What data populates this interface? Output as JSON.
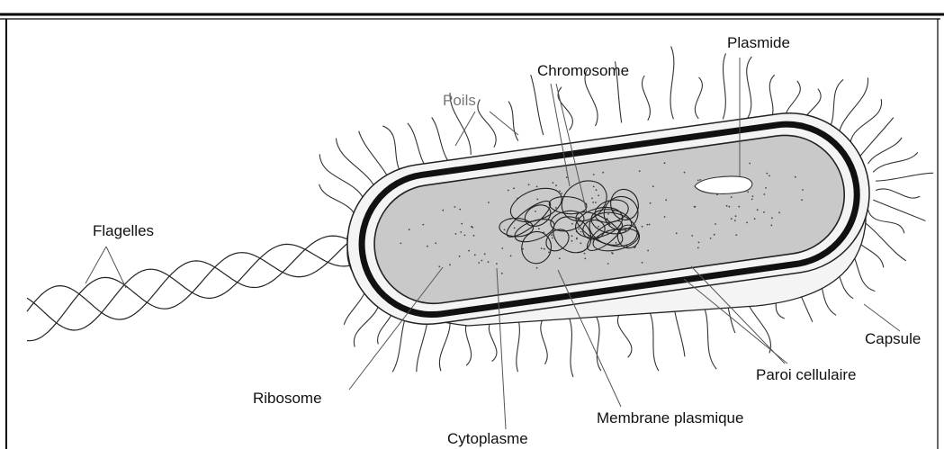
{
  "labels": {
    "plasmide": "Plasmide",
    "chromosome": "Chromosome",
    "poils": "Poils",
    "flagelles": "Flagelles",
    "capsule": "Capsule",
    "paroi_cellulaire": "Paroi cellulaire",
    "ribosome": "Ribosome",
    "membrane_plasmique": "Membrane plasmique",
    "cytoplasme": "Cytoplasme"
  },
  "colors": {
    "line": "#222222",
    "cytoplasm_fill": "#c9c9c9",
    "capsule_fill": "#f4f4f4",
    "wall": "#111111",
    "label_text": "#111111",
    "label_gray": "#777777"
  },
  "icons": {
    "hairs": "pili-hairs",
    "flagella": "flagella-helix",
    "chromosome": "tangled-dna",
    "plasmid": "plasmid-ring"
  }
}
